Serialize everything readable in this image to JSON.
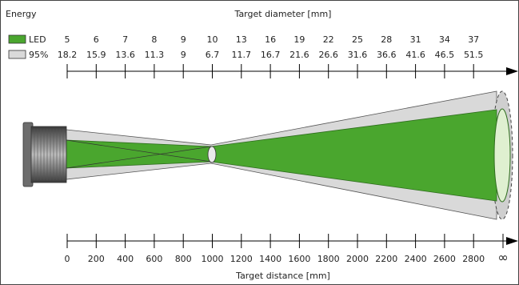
{
  "legend": {
    "title": "Energy",
    "items": [
      {
        "label": "LED",
        "color": "#4aa62e"
      },
      {
        "label": "95%",
        "color": "#d9d9d9"
      }
    ]
  },
  "top_axis": {
    "title": "Target diameter [mm]",
    "led_values": [
      "5",
      "6",
      "7",
      "8",
      "9",
      "10",
      "13",
      "16",
      "19",
      "22",
      "25",
      "28",
      "31",
      "34",
      "37"
    ],
    "energy95_values": [
      "18.2",
      "15.9",
      "13.6",
      "11.3",
      "9",
      "6.7",
      "11.7",
      "16.7",
      "21.6",
      "26.6",
      "31.6",
      "36.6",
      "41.6",
      "46.5",
      "51.5"
    ]
  },
  "bottom_axis": {
    "title": "Target distance [mm]",
    "ticks": [
      "0",
      "200",
      "400",
      "600",
      "800",
      "1000",
      "1200",
      "1400",
      "1600",
      "1800",
      "2000",
      "2200",
      "2400",
      "2600",
      "2800"
    ],
    "infinity": "∞"
  },
  "colors": {
    "led_beam": "#4aa62e",
    "energy95_beam": "#d9d9d9",
    "sensor_body": "#7a7a7a"
  }
}
